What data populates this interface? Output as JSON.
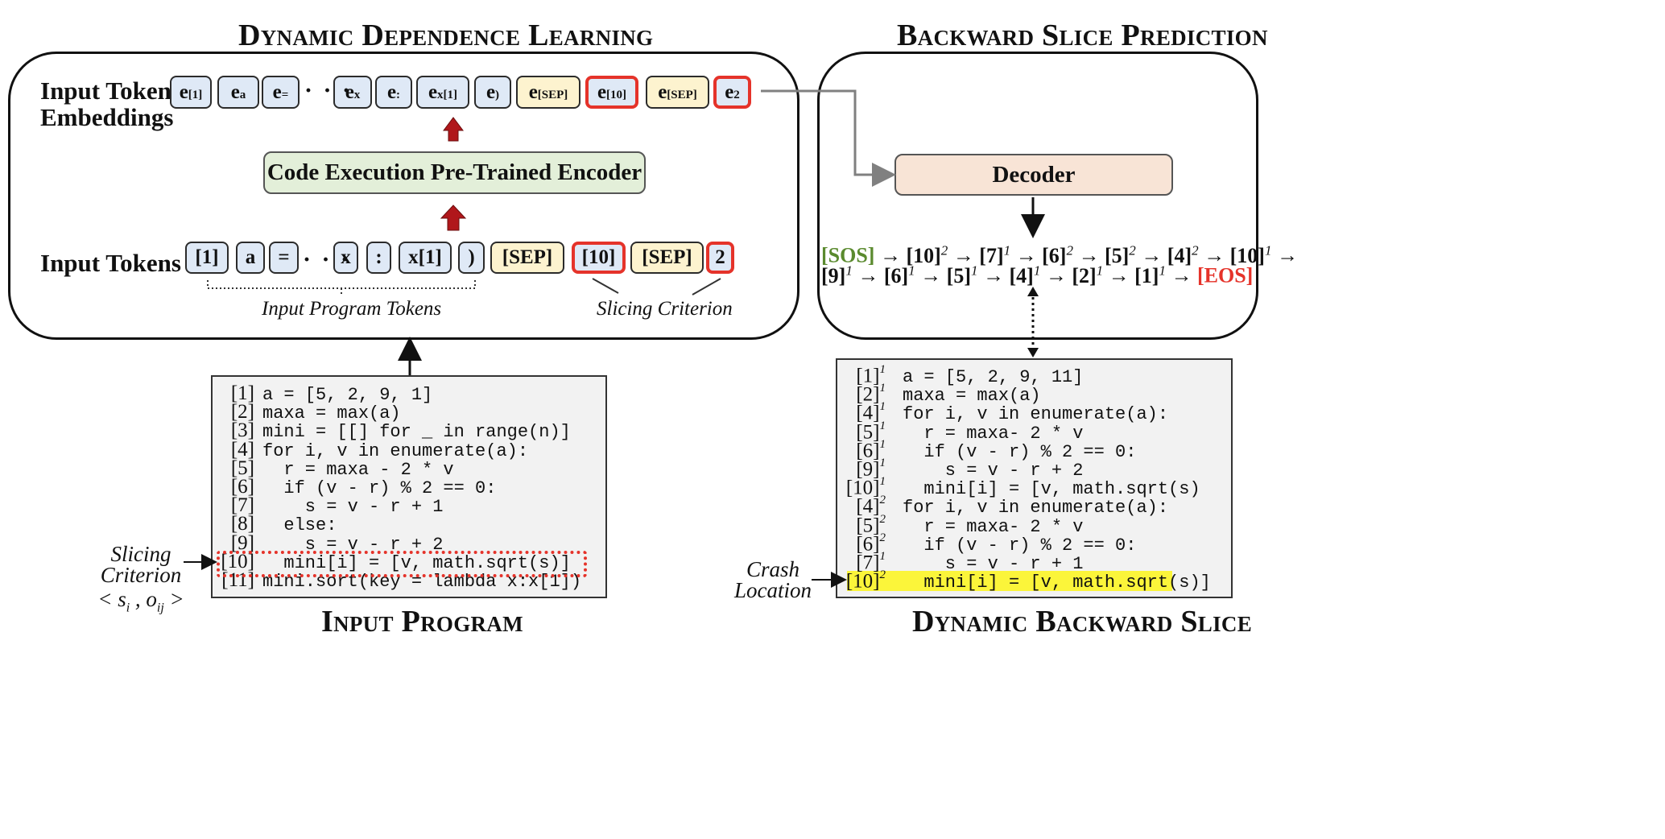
{
  "titles": {
    "left": "Dynamic Dependence Learning",
    "right": "Backward Slice Prediction",
    "input_program": "Input Program",
    "backward_slice": "Dynamic Backward Slice"
  },
  "row_labels": {
    "embeddings_line1": "Input Token",
    "embeddings_line2": "Embeddings",
    "tokens": "Input Tokens"
  },
  "embeddings": [
    {
      "base": "e",
      "sub": "[1]",
      "style": "blue"
    },
    {
      "base": "e",
      "sub": "a",
      "style": "blue"
    },
    {
      "base": "e",
      "sub": "=",
      "style": "blue"
    },
    {
      "base": "e",
      "sub": "x",
      "style": "blue"
    },
    {
      "base": "e",
      "sub": ":",
      "style": "blue"
    },
    {
      "base": "e",
      "sub": "x[1]",
      "style": "blue"
    },
    {
      "base": "e",
      "sub": ")",
      "style": "blue"
    },
    {
      "base": "e",
      "sub": "[SEP]",
      "style": "sep"
    },
    {
      "base": "e",
      "sub": "[10]",
      "style": "red"
    },
    {
      "base": "e",
      "sub": "[SEP]",
      "style": "sep"
    },
    {
      "base": "e",
      "sub": "2",
      "style": "red"
    }
  ],
  "tokens": [
    {
      "label": "[1]",
      "style": "blue"
    },
    {
      "label": "a",
      "style": "blue"
    },
    {
      "label": "=",
      "style": "blue"
    },
    {
      "label": "x",
      "style": "blue"
    },
    {
      "label": ":",
      "style": "blue"
    },
    {
      "label": "x[1]",
      "style": "blue"
    },
    {
      "label": ")",
      "style": "blue"
    },
    {
      "label": "[SEP]",
      "style": "sep"
    },
    {
      "label": "[10]",
      "style": "red"
    },
    {
      "label": "[SEP]",
      "style": "sep"
    },
    {
      "label": "2",
      "style": "red"
    }
  ],
  "ellipsis": "· · ·",
  "encoder_label": "Code Execution Pre-Trained Encoder",
  "decoder_label": "Decoder",
  "annotations": {
    "input_program_tokens": "Input Program Tokens",
    "slicing_criterion": "Slicing Criterion",
    "left_slicing_line1": "Slicing",
    "left_slicing_line2": "Criterion",
    "left_slicing_line3": "< s_i , o_ij >",
    "crash_line1": "Crash",
    "crash_line2": "Location"
  },
  "sequence": {
    "sos": "[SOS]",
    "eos": "[EOS]",
    "line1": [
      {
        "t": "[10]",
        "s": "2"
      },
      {
        "t": "[7]",
        "s": "1"
      },
      {
        "t": "[6]",
        "s": "2"
      },
      {
        "t": "[5]",
        "s": "2"
      },
      {
        "t": "[4]",
        "s": "2"
      },
      {
        "t": "[10]",
        "s": "1"
      }
    ],
    "line2": [
      {
        "t": "[9]",
        "s": "1"
      },
      {
        "t": "[6]",
        "s": "1"
      },
      {
        "t": "[5]",
        "s": "1"
      },
      {
        "t": "[4]",
        "s": "1"
      },
      {
        "t": "[2]",
        "s": "1"
      },
      {
        "t": "[1]",
        "s": "1"
      }
    ]
  },
  "input_program": [
    {
      "n": "[1]",
      "code": "a = [5, 2, 9, 1]"
    },
    {
      "n": "[2]",
      "code": "maxa = max(a)"
    },
    {
      "n": "[3]",
      "code": "mini = [[] for _ in range(n)]"
    },
    {
      "n": "[4]",
      "code": "for i, v in enumerate(a):"
    },
    {
      "n": "[5]",
      "code": "  r = maxa - 2 * v"
    },
    {
      "n": "[6]",
      "code": "  if (v - r) % 2 == 0:"
    },
    {
      "n": "[7]",
      "code": "    s = v - r + 1"
    },
    {
      "n": "[8]",
      "code": "  else:"
    },
    {
      "n": "[9]",
      "code": "    s = v - r + 2"
    },
    {
      "n": "[10]",
      "code": "  mini[i] = [v, math.sqrt(s)]"
    },
    {
      "n": "[11]",
      "code": "mini.sort(key = lambda x:x[1])"
    }
  ],
  "backward_slice": [
    {
      "n": "[1]",
      "s": "1",
      "code": "a = [5, 2, 9, 11]"
    },
    {
      "n": "[2]",
      "s": "1",
      "code": "maxa = max(a)"
    },
    {
      "n": "[4]",
      "s": "1",
      "code": "for i, v in enumerate(a):"
    },
    {
      "n": "[5]",
      "s": "1",
      "code": "  r = maxa- 2 * v"
    },
    {
      "n": "[6]",
      "s": "1",
      "code": "  if (v - r) % 2 == 0:"
    },
    {
      "n": "[9]",
      "s": "1",
      "code": "    s = v - r + 2"
    },
    {
      "n": "[10]",
      "s": "1",
      "code": "  mini[i] = [v, math.sqrt(s)"
    },
    {
      "n": "[4]",
      "s": "2",
      "code": "for i, v in enumerate(a):"
    },
    {
      "n": "[5]",
      "s": "2",
      "code": "  r = maxa- 2 * v"
    },
    {
      "n": "[6]",
      "s": "2",
      "code": "  if (v - r) % 2 == 0:"
    },
    {
      "n": "[7]",
      "s": "1",
      "code": "    s = v - r + 1"
    },
    {
      "n": "[10]",
      "s": "2",
      "code": "  mini[i] = [v, math.sqrt(s)]"
    }
  ],
  "colors": {
    "token_blue": "#dfe9f6",
    "token_sep": "#fdf3cf",
    "token_red_border": "#e5332a",
    "encoder_bg": "#e3efd9",
    "decoder_bg": "#f8e4d6",
    "up_arrow": "#b0171b",
    "highlight": "#fbf53a",
    "sos": "#5a8a2e",
    "eos": "#e5332a"
  }
}
